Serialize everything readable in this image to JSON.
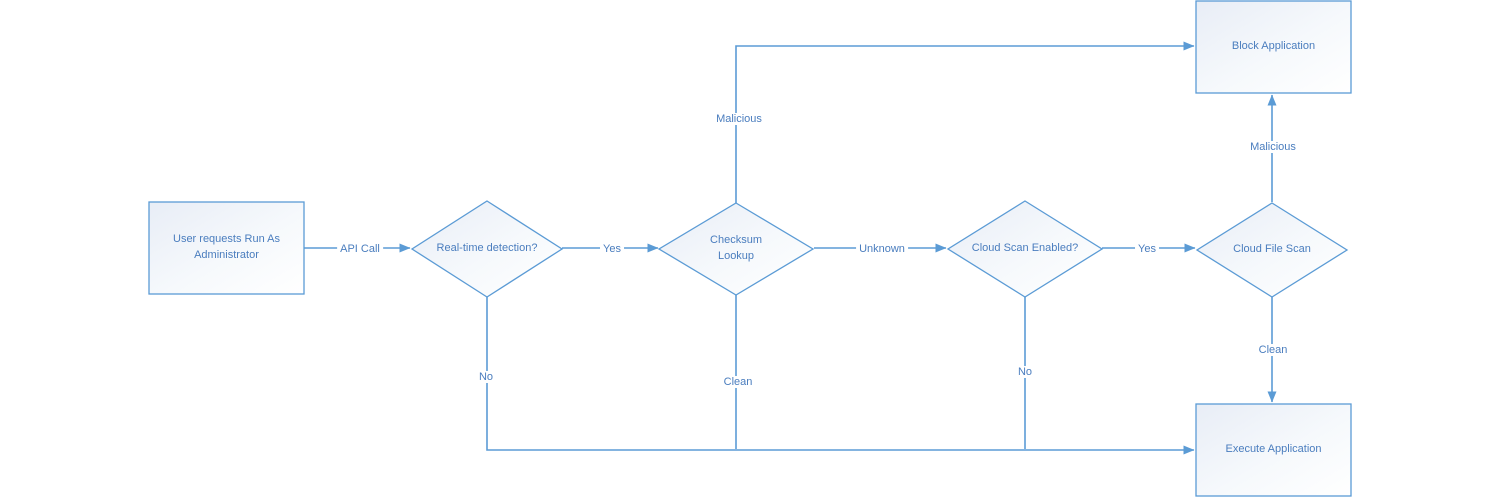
{
  "colors": {
    "line": "#5b9bd5",
    "text": "#4a7dbe",
    "shape-fill-start": "#e8edf6",
    "shape-fill-end": "#ffffff",
    "background": "#ffffff"
  },
  "nodes": {
    "user_request": {
      "label": "User requests Run As Administrator",
      "type": "process"
    },
    "realtime_detection": {
      "label": "Real-time detection?",
      "type": "decision"
    },
    "checksum_lookup": {
      "label": "Checksum Lookup",
      "type": "decision"
    },
    "cloud_scan_enabled": {
      "label": "Cloud Scan Enabled?",
      "type": "decision"
    },
    "cloud_file_scan": {
      "label": "Cloud File Scan",
      "type": "decision"
    },
    "block_application": {
      "label": "Block Application",
      "type": "process"
    },
    "execute_application": {
      "label": "Execute Application",
      "type": "process"
    }
  },
  "edge_labels": {
    "api_call": "API Call",
    "rtd_yes": "Yes",
    "rtd_no": "No",
    "checksum_malicious": "Malicious",
    "checksum_unknown": "Unknown",
    "checksum_clean": "Clean",
    "cse_yes": "Yes",
    "cse_no": "No",
    "cfs_malicious": "Malicious",
    "cfs_clean": "Clean"
  }
}
